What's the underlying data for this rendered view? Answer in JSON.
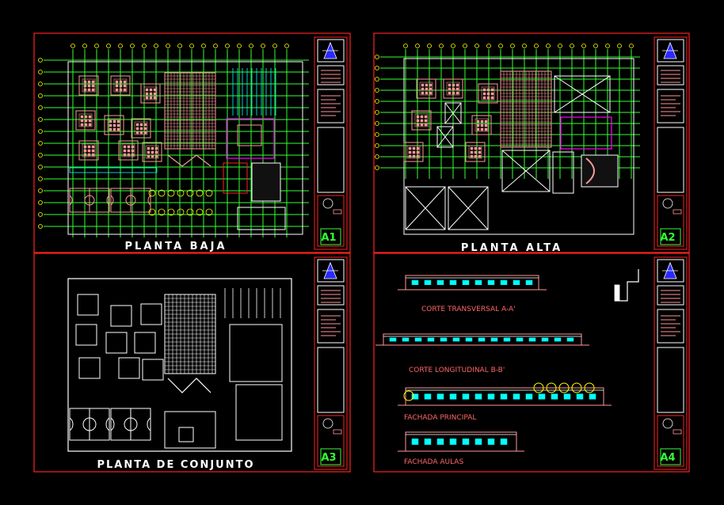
{
  "sheets": [
    {
      "code": "A1",
      "title": "PLANTA   BAJA"
    },
    {
      "code": "A2",
      "title": "PLANTA   ALTA"
    },
    {
      "code": "A3",
      "title": "PLANTA  DE CONJUNTO"
    },
    {
      "code": "A4",
      "title": ""
    }
  ],
  "sections": {
    "transversal": "CORTE TRANSVERSAL A-A'",
    "longitudinal": "CORTE LONGITUDINAL B-B'",
    "fachada_principal": "FACHADA PRINCIPAL",
    "fachada_aulas": "FACHADA AULAS"
  },
  "colors": {
    "background": "#000000",
    "frame": "#ff2020",
    "wall": "#ff9999",
    "grid": "#33ff33",
    "annotation": "#ffff00",
    "white": "#ffffff",
    "cyan": "#00ffff",
    "magenta": "#ff00ff",
    "blue": "#2a2aff"
  }
}
